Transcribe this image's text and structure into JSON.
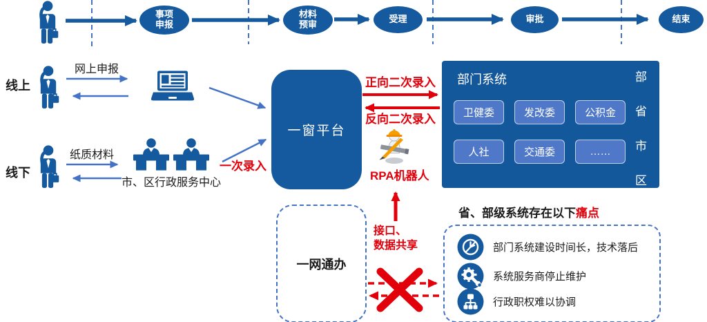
{
  "colors": {
    "dark_blue": "#15599E",
    "panel_blue": "#14589C",
    "chip_blue": "#4F78C8",
    "light_arrow_blue": "#4472C4",
    "red": "#E2000B",
    "helmet_orange": "#F59E00"
  },
  "top_flow": {
    "stages": [
      "事项\n申报",
      "材料\n预审",
      "受理",
      "审批",
      "结束"
    ]
  },
  "channels": {
    "online": {
      "label": "线上",
      "arrow_label": "网上申报"
    },
    "offline": {
      "label": "线下",
      "arrow_label": "纸质材料",
      "return_label": "市、区行政服务中心",
      "entry_label": "一次录入"
    }
  },
  "platform": {
    "label": "一窗平台"
  },
  "flows": {
    "forward": "正向二次录入",
    "backward": "反向二次录入",
    "rpa_label": "RPA机器人",
    "share_label": "接口、\n数据共享"
  },
  "department_system": {
    "title": "部门系统",
    "chips": [
      "卫健委",
      "发改委",
      "公积金",
      "人社",
      "交通委",
      "……"
    ],
    "levels": [
      "部",
      "省",
      "市",
      "区"
    ]
  },
  "one_network": {
    "label": "一网通办"
  },
  "pain_points": {
    "title_black": "省、部级系统存在以下",
    "title_red": "痛点",
    "items": [
      {
        "icon": "clock-icon",
        "text": "部门系统建设时间长，技术落后"
      },
      {
        "icon": "gear-wrench-icon",
        "text": "系统服务商停止维护"
      },
      {
        "icon": "org-chart-icon",
        "text": "行政职权难以协调"
      }
    ]
  }
}
